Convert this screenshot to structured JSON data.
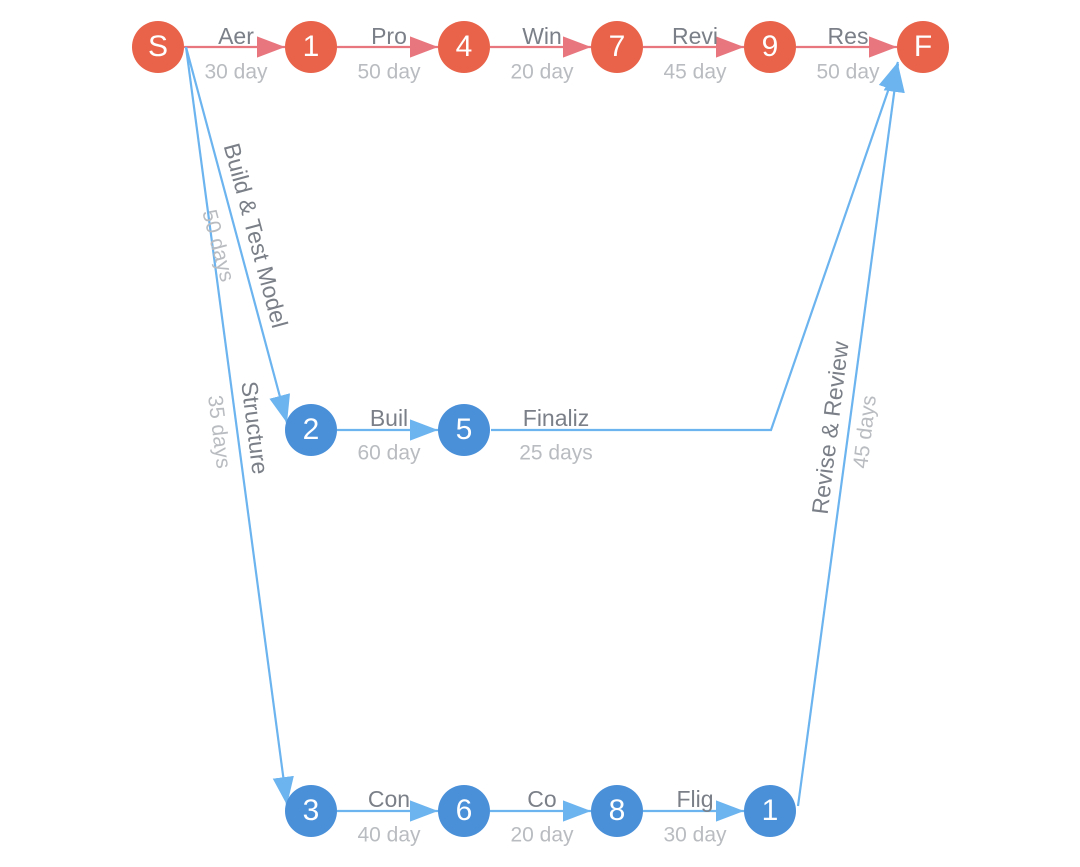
{
  "colors": {
    "critical_node": "#e8634a",
    "critical_edge": "#e8767e",
    "normal_node": "#4a90d9",
    "normal_edge": "#6cb4ef",
    "task_text": "#7b8088",
    "duration_text": "#b9bcc0"
  },
  "nodes": [
    {
      "id": "S",
      "label": "S",
      "critical": true
    },
    {
      "id": "n1",
      "label": "1",
      "critical": true
    },
    {
      "id": "n4",
      "label": "4",
      "critical": true
    },
    {
      "id": "n7",
      "label": "7",
      "critical": true
    },
    {
      "id": "n9",
      "label": "9",
      "critical": true
    },
    {
      "id": "F",
      "label": "F",
      "critical": true
    },
    {
      "id": "n2",
      "label": "2",
      "critical": false
    },
    {
      "id": "n5",
      "label": "5",
      "critical": false
    },
    {
      "id": "n3",
      "label": "3",
      "critical": false
    },
    {
      "id": "n6",
      "label": "6",
      "critical": false
    },
    {
      "id": "n8",
      "label": "8",
      "critical": false
    },
    {
      "id": "n1b",
      "label": "1",
      "critical": false
    }
  ],
  "edges": [
    {
      "from": "S",
      "to": "n1",
      "task": "Aer",
      "duration": "30 day",
      "critical": true
    },
    {
      "from": "n1",
      "to": "n4",
      "task": "Pro",
      "duration": "50 day",
      "critical": true
    },
    {
      "from": "n4",
      "to": "n7",
      "task": "Win",
      "duration": "20 day",
      "critical": true
    },
    {
      "from": "n7",
      "to": "n9",
      "task": "Revi",
      "duration": "45 day",
      "critical": true
    },
    {
      "from": "n9",
      "to": "F",
      "task": "Res",
      "duration": "50 day",
      "critical": true
    },
    {
      "from": "S",
      "to": "n2",
      "task": "Build & Test Model",
      "duration": "50 days",
      "critical": false
    },
    {
      "from": "S",
      "to": "n3",
      "task": "Structure",
      "duration": "35 days",
      "critical": false
    },
    {
      "from": "n2",
      "to": "n5",
      "task": "Buil",
      "duration": "60 day",
      "critical": false
    },
    {
      "from": "n5",
      "to": "F",
      "task": "Finaliz",
      "duration": "25 days",
      "critical": false
    },
    {
      "from": "n3",
      "to": "n6",
      "task": "Con",
      "duration": "40 day",
      "critical": false
    },
    {
      "from": "n6",
      "to": "n8",
      "task": "Co",
      "duration": "20 day",
      "critical": false
    },
    {
      "from": "n8",
      "to": "n1b",
      "task": "Flig",
      "duration": "30 day",
      "critical": false
    },
    {
      "from": "n1b",
      "to": "F",
      "task": "Revise & Review",
      "duration": "45 days",
      "critical": false
    }
  ]
}
